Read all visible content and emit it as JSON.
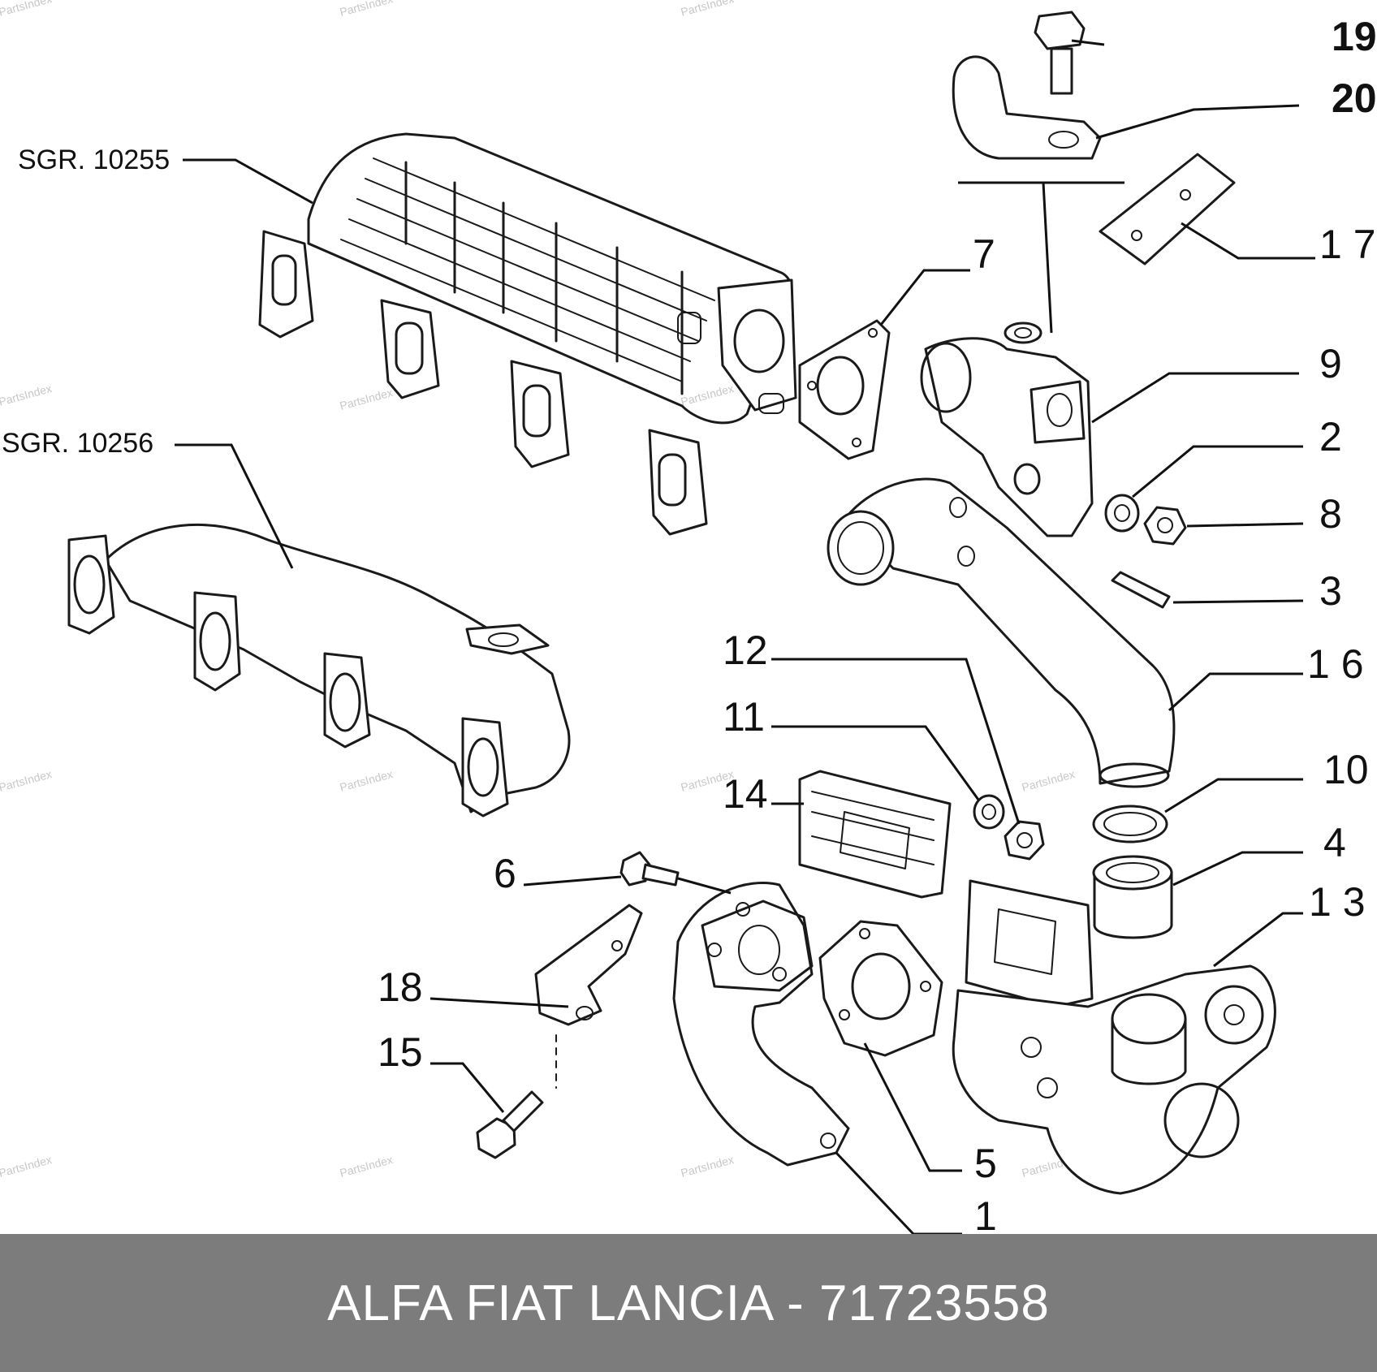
{
  "diagram": {
    "callouts": {
      "sgr_10255": "SGR. 10255",
      "sgr_10256": "SGR. 10256",
      "p1": "1",
      "p2": "2",
      "p3": "3",
      "p4": "4",
      "p5": "5",
      "p6": "6",
      "p7": "7",
      "p8": "8",
      "p9": "9",
      "p10": "10",
      "p11": "11",
      "p12": "12",
      "p13": "1 3",
      "p14": "14",
      "p15": "15",
      "p16": "1 6",
      "p17": "1 7",
      "p18": "18",
      "p19": "19",
      "p20": "20"
    },
    "watermark": "PartsIndex"
  },
  "footer": {
    "title": "ALFA FIAT LANCIA - 71723558",
    "background": "#7c7c7c",
    "text_color": "#ffffff"
  }
}
